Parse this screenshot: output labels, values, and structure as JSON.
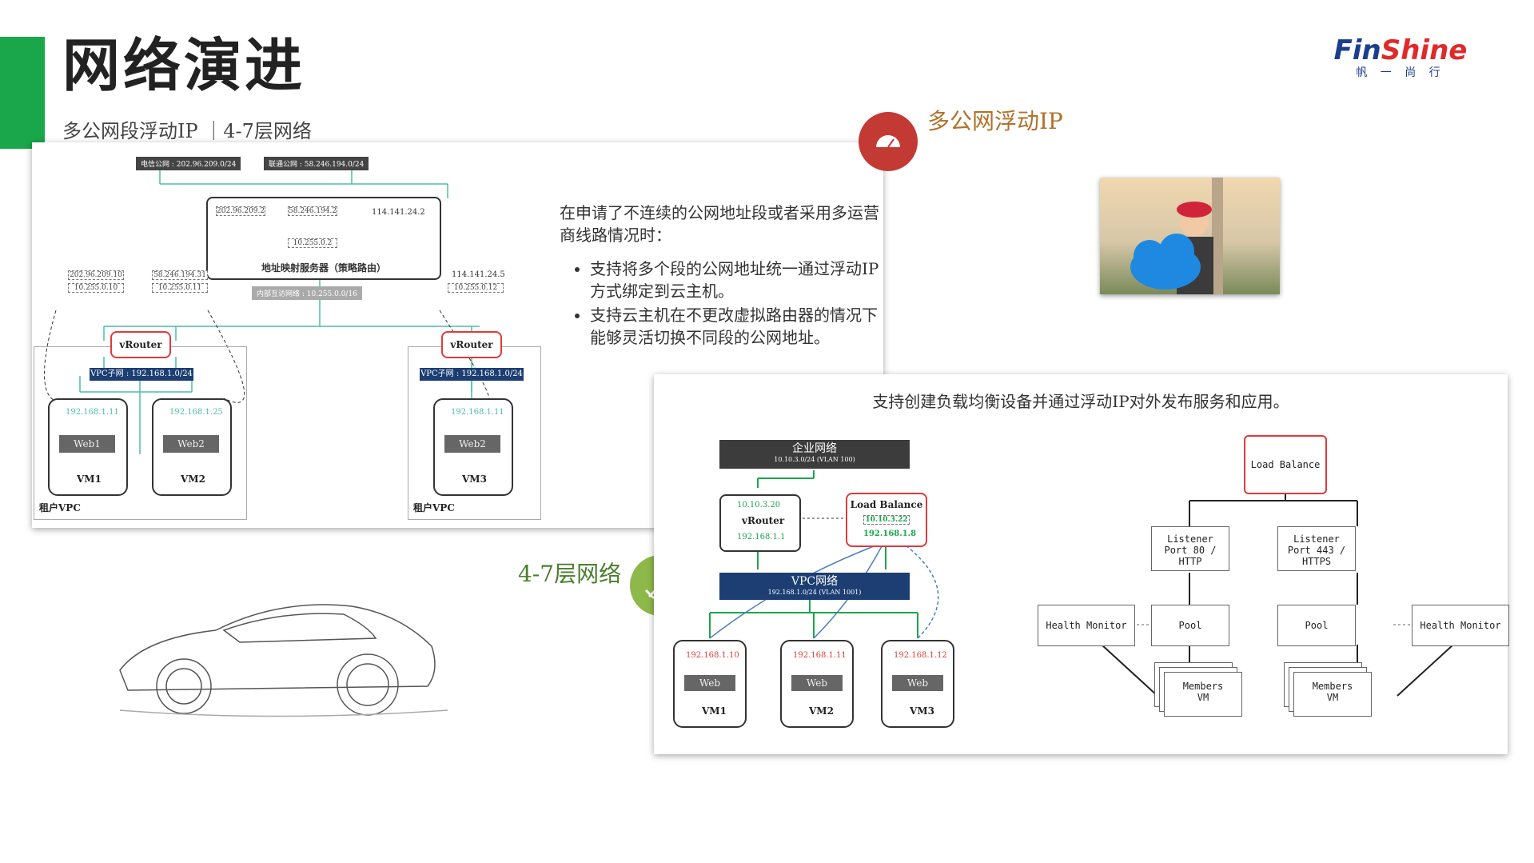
{
  "header": {
    "title": "网络演进",
    "subtitle": "多公网段浮动IP ｜4-7层网络"
  },
  "logo": {
    "fin": "Fin",
    "shine": "Shine",
    "cn": "帆 一 尚 行"
  },
  "section_ip": {
    "label": "多公网浮动IP"
  },
  "section_47": {
    "label": "4-7层网络"
  },
  "left_diagram": {
    "tag1": "电信公网 : 202.96.209.0/24",
    "tag2": "联通公网 : 58.246.194.0/24",
    "map_ip1": "202.96.209.2",
    "map_ip2": "58.246.194.2",
    "map_ip3": "114.141.24.2",
    "map_inner": "10.255.0.2",
    "map_label": "地址映射服务器（策略路由）",
    "internal_net": "内部互访网络 : 10.255.0.0/16",
    "fip1a": "202.96.209.10",
    "fip1b": "10.255.0.10",
    "fip2a": "58.246.194.31",
    "fip2b": "10.255.0.11",
    "fip3a": "114.141.24.5",
    "fip3b": "10.255.0.12",
    "router": "vRouter",
    "vpc_subnet": "VPC子网 : 192.168.1.0/24",
    "vm1_ip": "192.168.1.11",
    "vm2_ip": "192.168.1.25",
    "vm3_ip": "192.168.1.11",
    "web1": "Web1",
    "web2": "Web2",
    "vm1": "VM1",
    "vm2": "VM2",
    "vm3": "VM3",
    "tenant_vpc": "租户VPC"
  },
  "desc": {
    "intro": "在申请了不连续的公网地址段或者采用多运营商线路情况时：",
    "bullets": [
      "支持将多个段的公网地址统一通过浮动IP方式绑定到云主机。",
      "支持云主机在不更改虚拟路由器的情况下能够灵活切换不同段的公网地址。"
    ]
  },
  "lb_diagram": {
    "caption": "支持创建负载均衡设备并通过浮动IP对外发布服务和应用。",
    "enterprise": "企业网络",
    "enterprise_sub": "10.10.3.0/24 (VLAN 100)",
    "router_ip1": "10.10.3.20",
    "router": "vRouter",
    "router_ip2": "192.168.1.1",
    "lb": "Load Balance",
    "lb_ip1": "10.10.3.22",
    "lb_ip2": "192.168.1.8",
    "vpc": "VPC网络",
    "vpc_sub": "192.168.1.0/24 (VLAN 1001)",
    "vm_ips": [
      "192.168.1.10",
      "192.168.1.11",
      "192.168.1.12"
    ],
    "web": "Web",
    "vms": [
      "VM1",
      "VM2",
      "VM3"
    ]
  },
  "lb_flow": {
    "lb": "Load Balance",
    "listener1": "Listener",
    "listener1_port": "Port 80 / HTTP",
    "listener2": "Listener",
    "listener2_port": "Port 443 / HTTPS",
    "health1": "Health Monitor",
    "health2": "Health Monitor",
    "pool1": "Pool",
    "pool2": "Pool",
    "members": "Members",
    "members_vm": "VM"
  },
  "colors": {
    "accent_green": "#1aa64a",
    "accent_red": "#c23a33",
    "vpc_blue": "#1c3e73"
  }
}
